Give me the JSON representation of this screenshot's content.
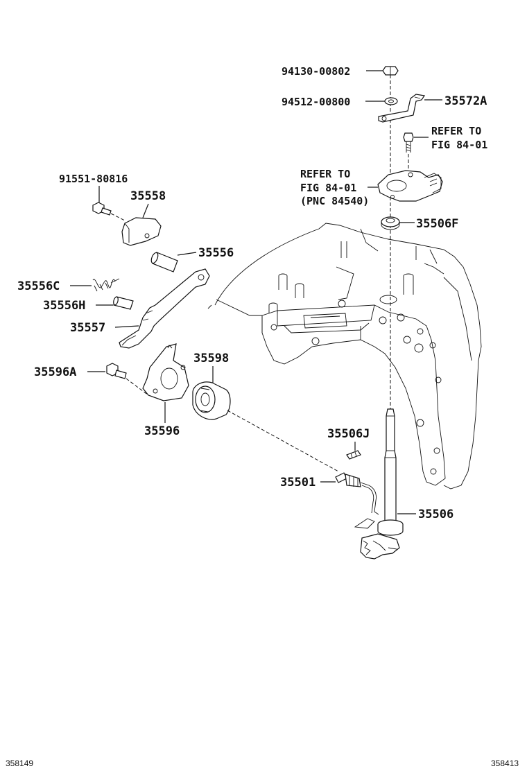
{
  "diagram": {
    "labels": {
      "p94130": "94130-00802",
      "p94512": "94512-00800",
      "p35572A": "35572A",
      "p91551": "91551-80816",
      "p35558": "35558",
      "p35556": "35556",
      "p35556C": "35556C",
      "p35556H": "35556H",
      "p35557": "35557",
      "p35596A": "35596A",
      "p35596": "35596",
      "p35598": "35598",
      "p35506F": "35506F",
      "p35506J": "35506J",
      "p35501": "35501",
      "p35506": "35506"
    },
    "references": {
      "ref_upper_line1": "REFER TO",
      "ref_upper_line2": "FIG 84-01",
      "ref_mid_line1": "REFER TO",
      "ref_mid_line2": "FIG 84-01",
      "ref_mid_line3": "(PNC 84540)"
    },
    "footer": {
      "left_code": "358149",
      "right_code": "358413"
    }
  }
}
